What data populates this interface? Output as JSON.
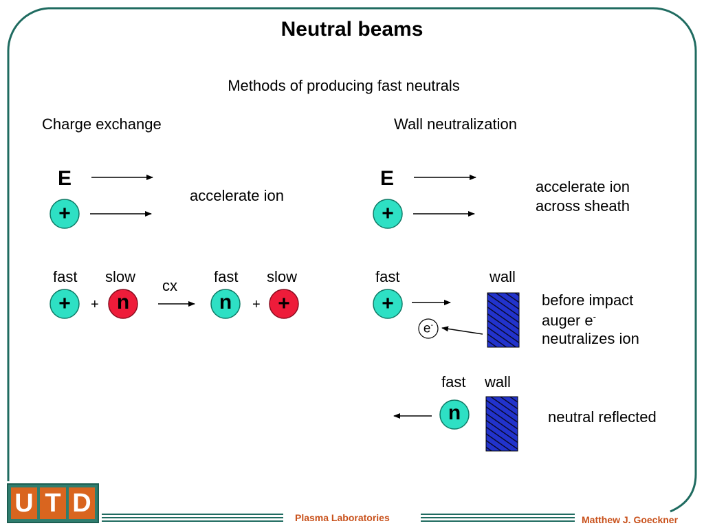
{
  "title": "Neutral beams",
  "subtitle": "Methods of producing fast neutrals",
  "left": {
    "header": "Charge exchange",
    "e_symbol": "E",
    "ion_symbol": "+",
    "accelerate_text": "accelerate ion",
    "fast_label": "fast",
    "slow_label": "slow",
    "fast_label_2": "fast",
    "slow_label_2": "slow",
    "plus_1": "+",
    "plus_2": "+",
    "cx_label": "cx",
    "neutral_symbol": "n"
  },
  "right": {
    "header": "Wall neutralization",
    "e_symbol": "E",
    "ion_symbol": "+",
    "accelerate_line1": "accelerate ion",
    "accelerate_line2": "across sheath",
    "fast_label": "fast",
    "wall_label": "wall",
    "impact_line1": "before impact",
    "impact_line2": "auger e",
    "impact_sup": "-",
    "impact_line3": "neutralizes ion",
    "electron_symbol": "e",
    "electron_sup": "-",
    "fast_label_2": "fast",
    "wall_label_2": "wall",
    "neutral_symbol": "n",
    "reflected_text": "neutral reflected"
  },
  "footer": {
    "logo_letters": [
      "U",
      "T",
      "D"
    ],
    "center": "Plasma Laboratories",
    "right": "Matthew J. Goeckner"
  },
  "colors": {
    "frame": "#1f6b60",
    "ion_fill": "#2ee0c4",
    "slow_fill": "#ee1c3a",
    "wall_fill": "#2233cc",
    "footer_text": "#c8501a"
  }
}
